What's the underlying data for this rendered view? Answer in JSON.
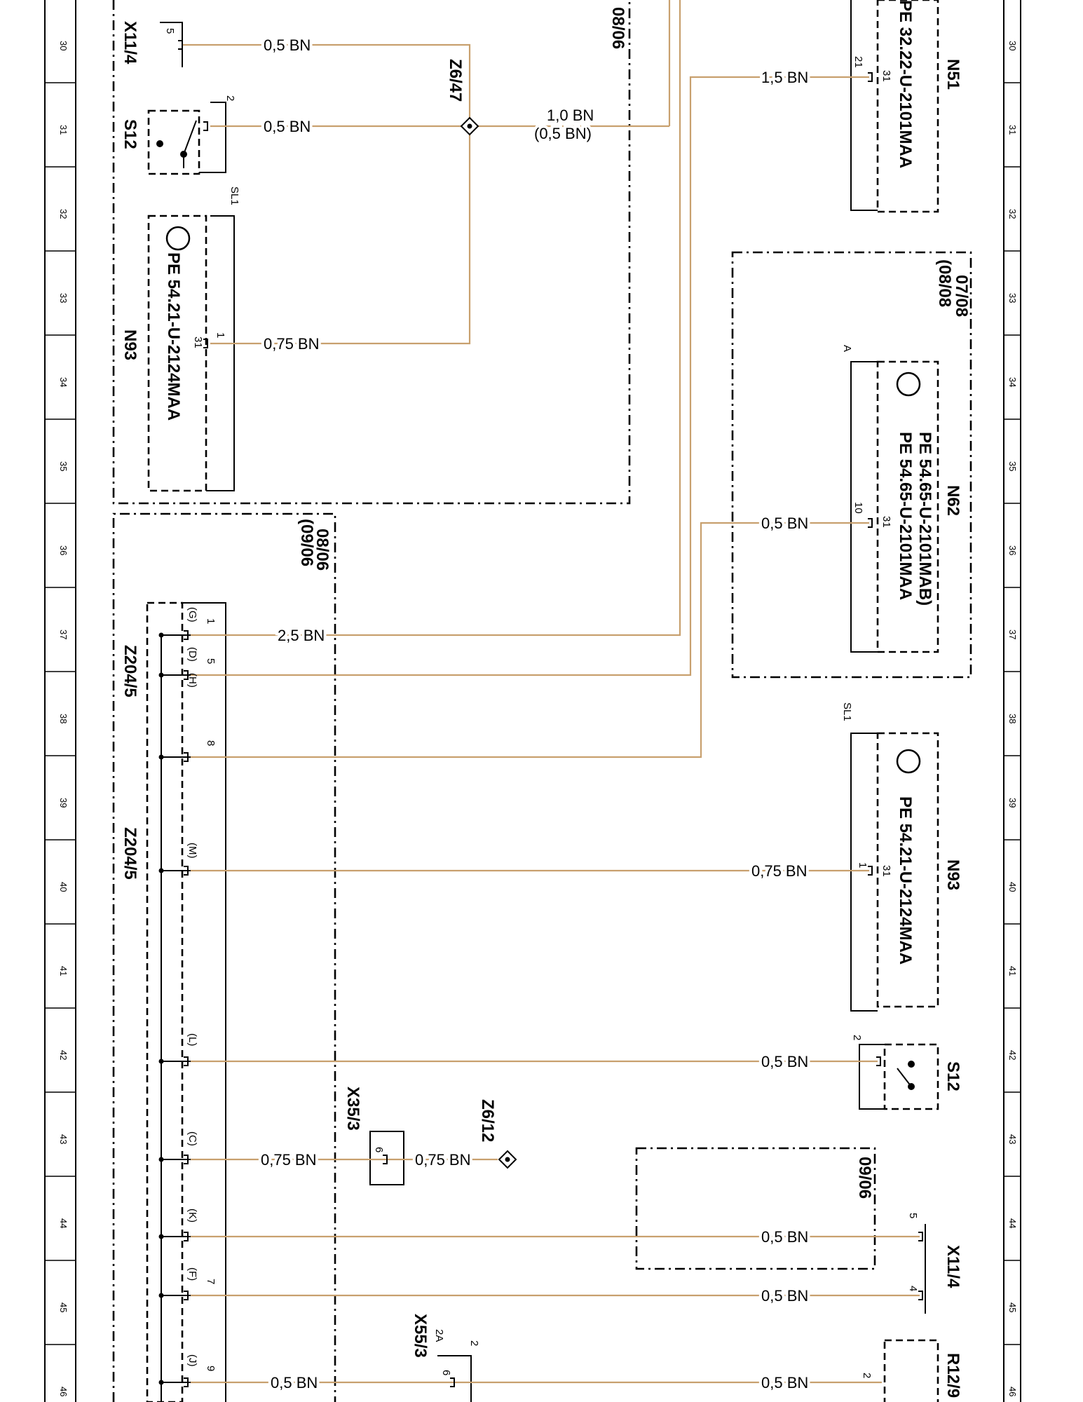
{
  "grid": {
    "rows": [
      "30",
      "31",
      "32",
      "33",
      "34",
      "35",
      "36",
      "37",
      "38",
      "39",
      "40",
      "41",
      "42",
      "43",
      "44",
      "45",
      "46"
    ]
  },
  "components": {
    "x11_4_top": "X11/4",
    "s12_top": "S12",
    "n93_top": "N93",
    "n93_top_part": "PE 54.21-U-2124MAA",
    "z6_47": "Z6/47",
    "z204_5_a": "Z204/5",
    "z204_5_b": "Z204/5",
    "x35_3": "X35/3",
    "z6_12": "Z6/12",
    "x55_3": "X55/3",
    "n51": "N51",
    "n51_part": "PE 32.22-U-2101MAA",
    "n62": "N62",
    "n62_part1": "PE 54.65-U-2101MAA",
    "n62_part2": "PE 54.65-U-2101MAB)",
    "n93_right": "N93",
    "n93_right_part": "PE 54.21-U-2124MAA",
    "s12_right": "S12",
    "x11_4_right": "X11/4",
    "r12_9": "R12/9"
  },
  "refs": {
    "ref_08_06_top": "08/06",
    "ref_08_06_mid": "08/06",
    "ref_09_06_mid": "(09/06",
    "ref_07_08": "07/08",
    "ref_08_08": "(08/08",
    "ref_09_06_low": "09/06"
  },
  "pins": {
    "sl1_top": "SL1",
    "sl1_right": "SL1",
    "a_n62": "A",
    "pin_x11_top": "5",
    "pin_s12_top": "2",
    "pin_n93_top_1": "1",
    "pin_n93_top_31": "31",
    "pin_n51_21": "21",
    "pin_n51_31": "31",
    "pin_n62_10": "10",
    "pin_n62_31": "31",
    "pin_n93_right_1": "1",
    "pin_n93_right_31": "31",
    "pin_s12_right": "2",
    "pin_x11_right_5": "5",
    "pin_x11_right_4": "4",
    "pin_r12_2": "2",
    "pin_x35_6": "6",
    "pin_x55_6": "6",
    "pin_x55_2": "2",
    "pin_x55_2a": "2A",
    "z204": [
      {
        "num": "1",
        "let": "(G)"
      },
      {
        "num": "5",
        "let": "(D)"
      },
      {
        "num": "",
        "let": "(H)"
      },
      {
        "num": "8",
        "let": ""
      },
      {
        "num": "",
        "let": "(M)"
      },
      {
        "num": "",
        "let": "(L)"
      },
      {
        "num": "",
        "let": "(C)"
      },
      {
        "num": "",
        "let": "(K)"
      },
      {
        "num": "7",
        "let": "(F)"
      },
      {
        "num": "9",
        "let": "(J)"
      }
    ]
  },
  "wires": {
    "w1": "0,5 BN",
    "w2": "0,5 BN",
    "w3a": "1,0 BN",
    "w3b": "(0,5 BN)",
    "w4": "0,75 BN",
    "w5": "1,5 BN",
    "w6": "0,5 BN",
    "w7": "2,5 BN",
    "w8": "0,75 BN",
    "w9": "0,5 BN",
    "w10a": "0,75 BN",
    "w10b": "0,75 BN",
    "w11": "0,5 BN",
    "w12": "0,5 BN",
    "w13a": "0,5 BN",
    "w13b": "0,5 BN"
  },
  "colors": {
    "wire": "#c8a06e",
    "line": "#000000",
    "background": "#ffffff"
  }
}
